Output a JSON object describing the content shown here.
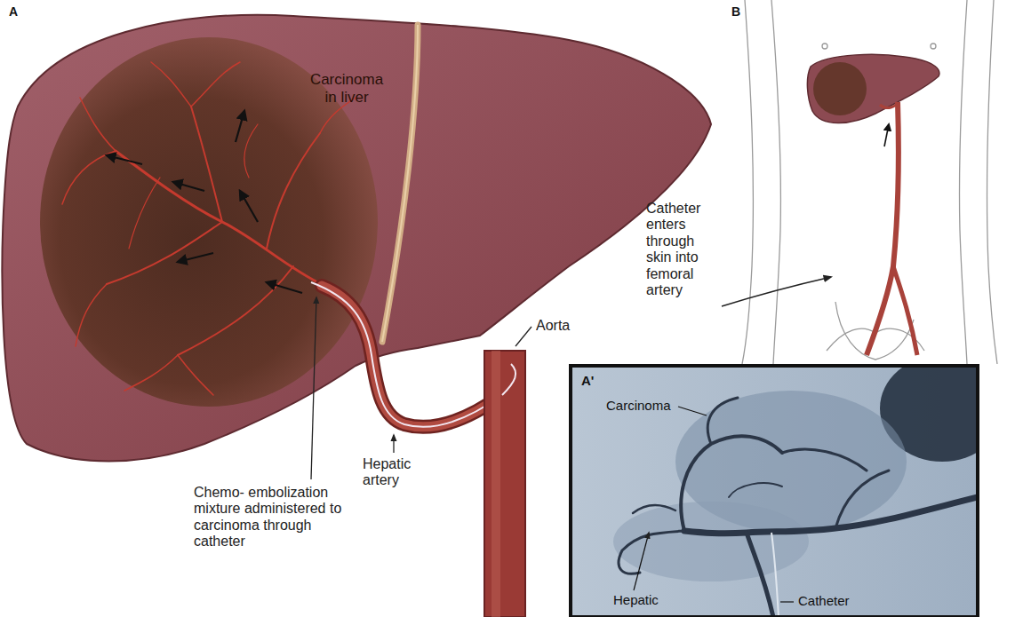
{
  "diagram": {
    "labels": [
      "A",
      "Carcinoma in liver",
      "Chemo- embolization mixture administered to carcinoma through catheter",
      "Hepatic artery",
      "Aorta",
      "B",
      "Catheter enters through skin into femoral artery",
      "A'",
      "Carcinoma",
      "Hepatic",
      "Catheter"
    ]
  }
}
